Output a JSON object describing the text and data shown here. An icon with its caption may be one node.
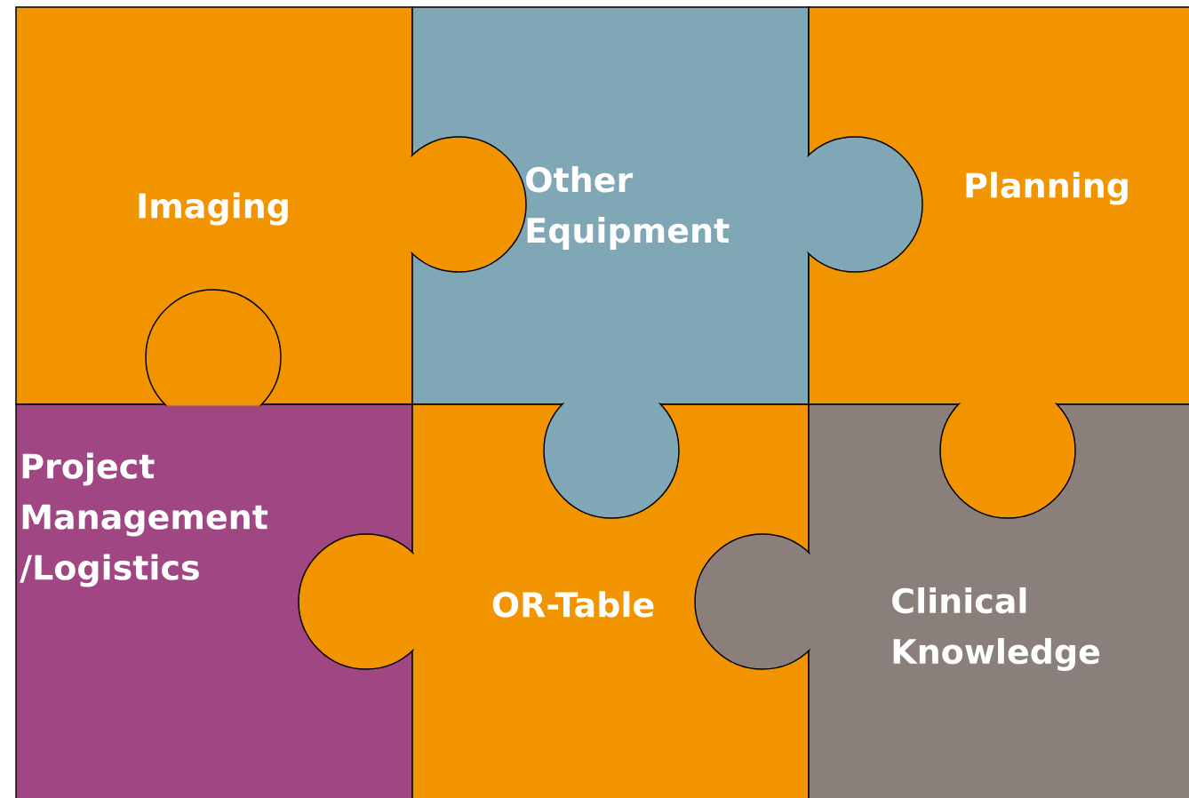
{
  "diagram": {
    "nodes": [
      {
        "text": [
          "Imaging"
        ]
      },
      {
        "text": [
          "Other Equipment"
        ]
      },
      {
        "text": [
          "Planning"
        ]
      },
      {
        "text": [
          "Project Management /Logistics"
        ]
      },
      {
        "text": [
          "OR-Table"
        ]
      },
      {
        "text": [
          "Clinical Knowledge"
        ]
      }
    ]
  }
}
